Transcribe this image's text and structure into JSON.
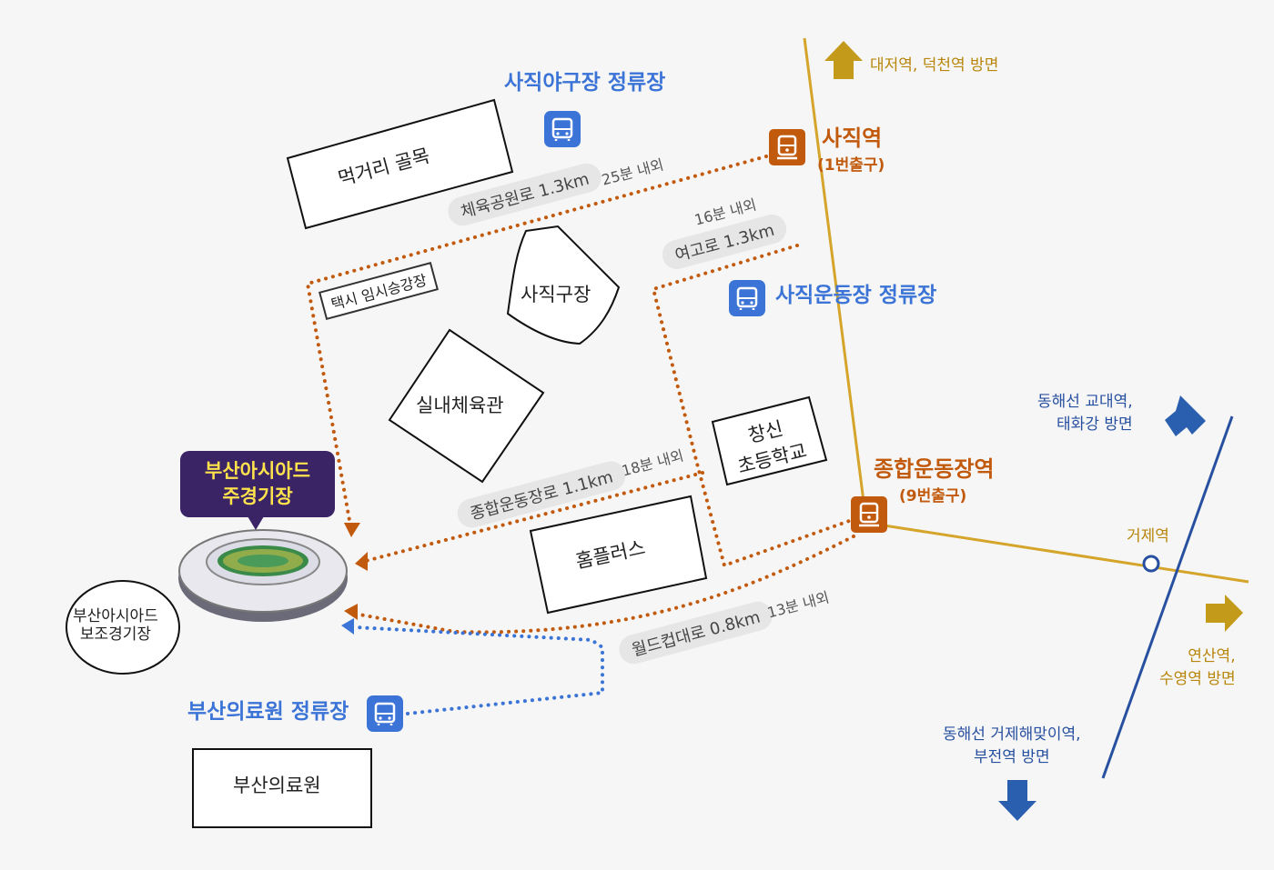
{
  "places": {
    "food_alley": "먹거리 골목",
    "baseball_park": "사직구장",
    "indoor_gym": "실내체육관",
    "homeplus": "홈플러스",
    "school": "창신\n초등학교",
    "medical_center": "부산의료원",
    "sub_stadium": "부산아시아드\n보조경기장",
    "taxi_stand": "택시 임시승강장"
  },
  "main_stadium": {
    "label": "부산아시아드\n주경기장",
    "label_color": "#ffe34d",
    "bg_color": "#3a2466"
  },
  "bus_stops": {
    "baseball_stop": "사직야구장 정류장",
    "sports_complex_stop": "사직운동장 정류장",
    "medical_stop": "부산의료원 정류장"
  },
  "stations": {
    "sajik": {
      "name": "사직역",
      "exit": "(1번출구)"
    },
    "sports_complex": {
      "name": "종합운동장역",
      "exit": "(9번출구)"
    },
    "geoje": {
      "name": "거제역"
    }
  },
  "routes": {
    "sajik_route": {
      "road": "체육공원로 1.3km",
      "time": "25분 내외"
    },
    "yeogo_route": {
      "road": "여고로 1.3km",
      "time": "16분 내외"
    },
    "complex_route": {
      "road": "종합운동장로 1.1km",
      "time": "18분 내외"
    },
    "worldcup_route": {
      "road": "월드컵대로 0.8km",
      "time": "13분 내외"
    }
  },
  "directions": {
    "north": "대저역, 덕천역 방면",
    "northeast": "동해선 교대역,\n태화강 방면",
    "east": "연산역,\n수영역 방면",
    "south": "동해선 거제해맞이역,\n부전역 방면"
  },
  "colors": {
    "walk_route": "#c25a0d",
    "bus_route": "#3b74d6",
    "line1": "#d4a52a",
    "donghae_line": "#2850a0",
    "arrow_gold": "#c49a1a",
    "arrow_blue": "#2a5fb0"
  }
}
